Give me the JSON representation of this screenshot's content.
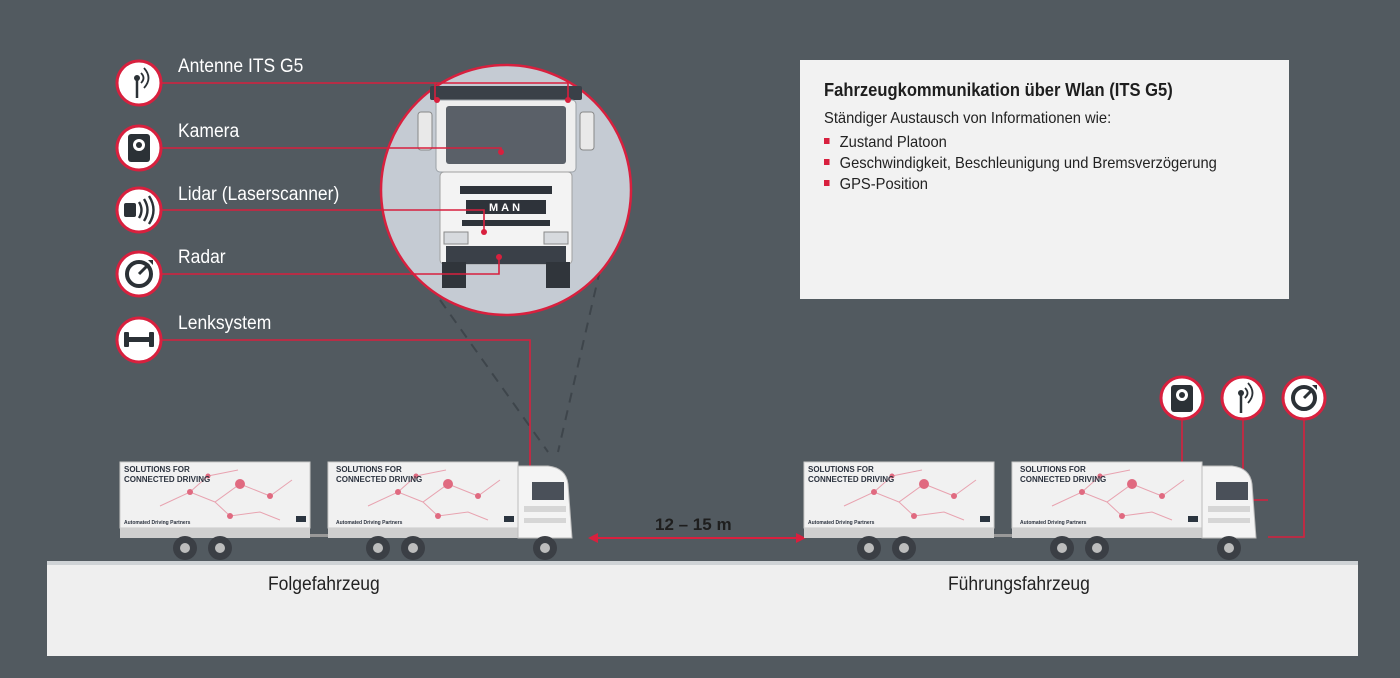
{
  "sensors": {
    "antenna": "Antenne ITS G5",
    "camera": "Kamera",
    "lidar": "Lidar (Laserscanner)",
    "radar": "Radar",
    "steering": "Lenksystem"
  },
  "info_box": {
    "title": "Fahrzeugkommunikation über Wlan (ITS G5)",
    "intro": "Ständiger Austausch von Informationen wie:",
    "items": [
      "Zustand Platoon",
      "Geschwindigkeit, Beschleunigung und Bremsverzögerung",
      "GPS-Position"
    ]
  },
  "trailer_text": {
    "line1": "SOLUTIONS FOR",
    "line2": "CONNECTED DRIVING",
    "footer": "Automated Driving Partners"
  },
  "truck_logo": "MAN",
  "distance_label": "12 – 15 m",
  "vehicles": {
    "follower": "Folgefahrzeug",
    "leader": "Führungsfahrzeug"
  },
  "colors": {
    "background": "#525a60",
    "accent": "#d8203e",
    "panel": "#f2f2f2",
    "ground": "#efefef"
  }
}
